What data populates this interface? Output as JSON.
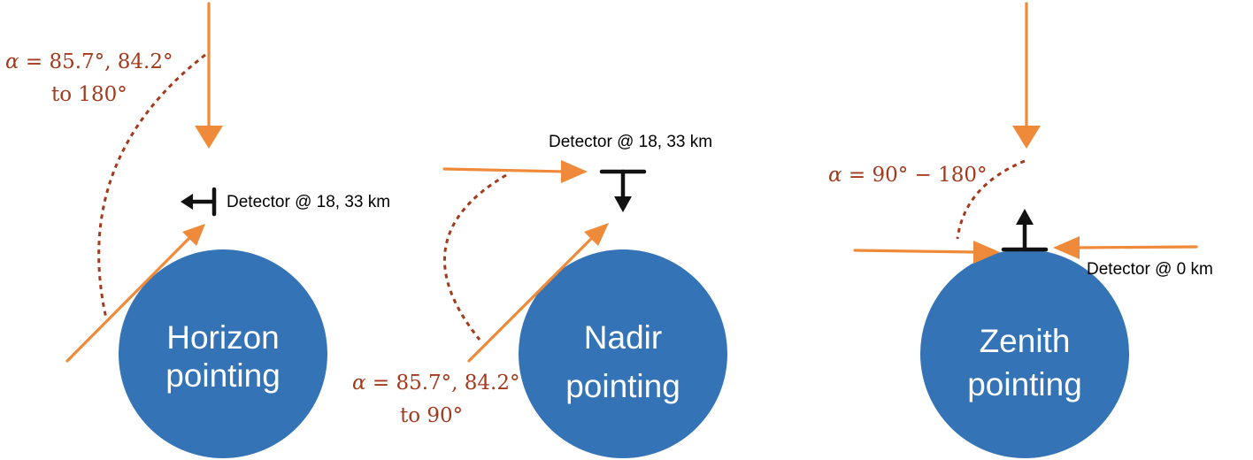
{
  "panels": [
    {
      "id": "horizon",
      "planet_label": [
        "Horizon",
        "pointing"
      ],
      "detector_label": "Detector @ 18, 33 km",
      "alpha_label": [
        "α = 85.7°, 84.2°",
        "to 180°"
      ]
    },
    {
      "id": "nadir",
      "planet_label": [
        "Nadir",
        "pointing"
      ],
      "detector_label": "Detector @ 18, 33 km",
      "alpha_label": [
        "α = 85.7°, 84.2°",
        "to 90°"
      ]
    },
    {
      "id": "zenith",
      "planet_label": [
        "Zenith",
        "pointing"
      ],
      "detector_label": "Detector @ 0 km",
      "alpha_label": [
        "α = 90° − 180°"
      ]
    }
  ],
  "colors": {
    "planet": "#3473b5",
    "ray": "#ee8a3a",
    "arc": "#a33a1c",
    "detector": "#111111"
  }
}
